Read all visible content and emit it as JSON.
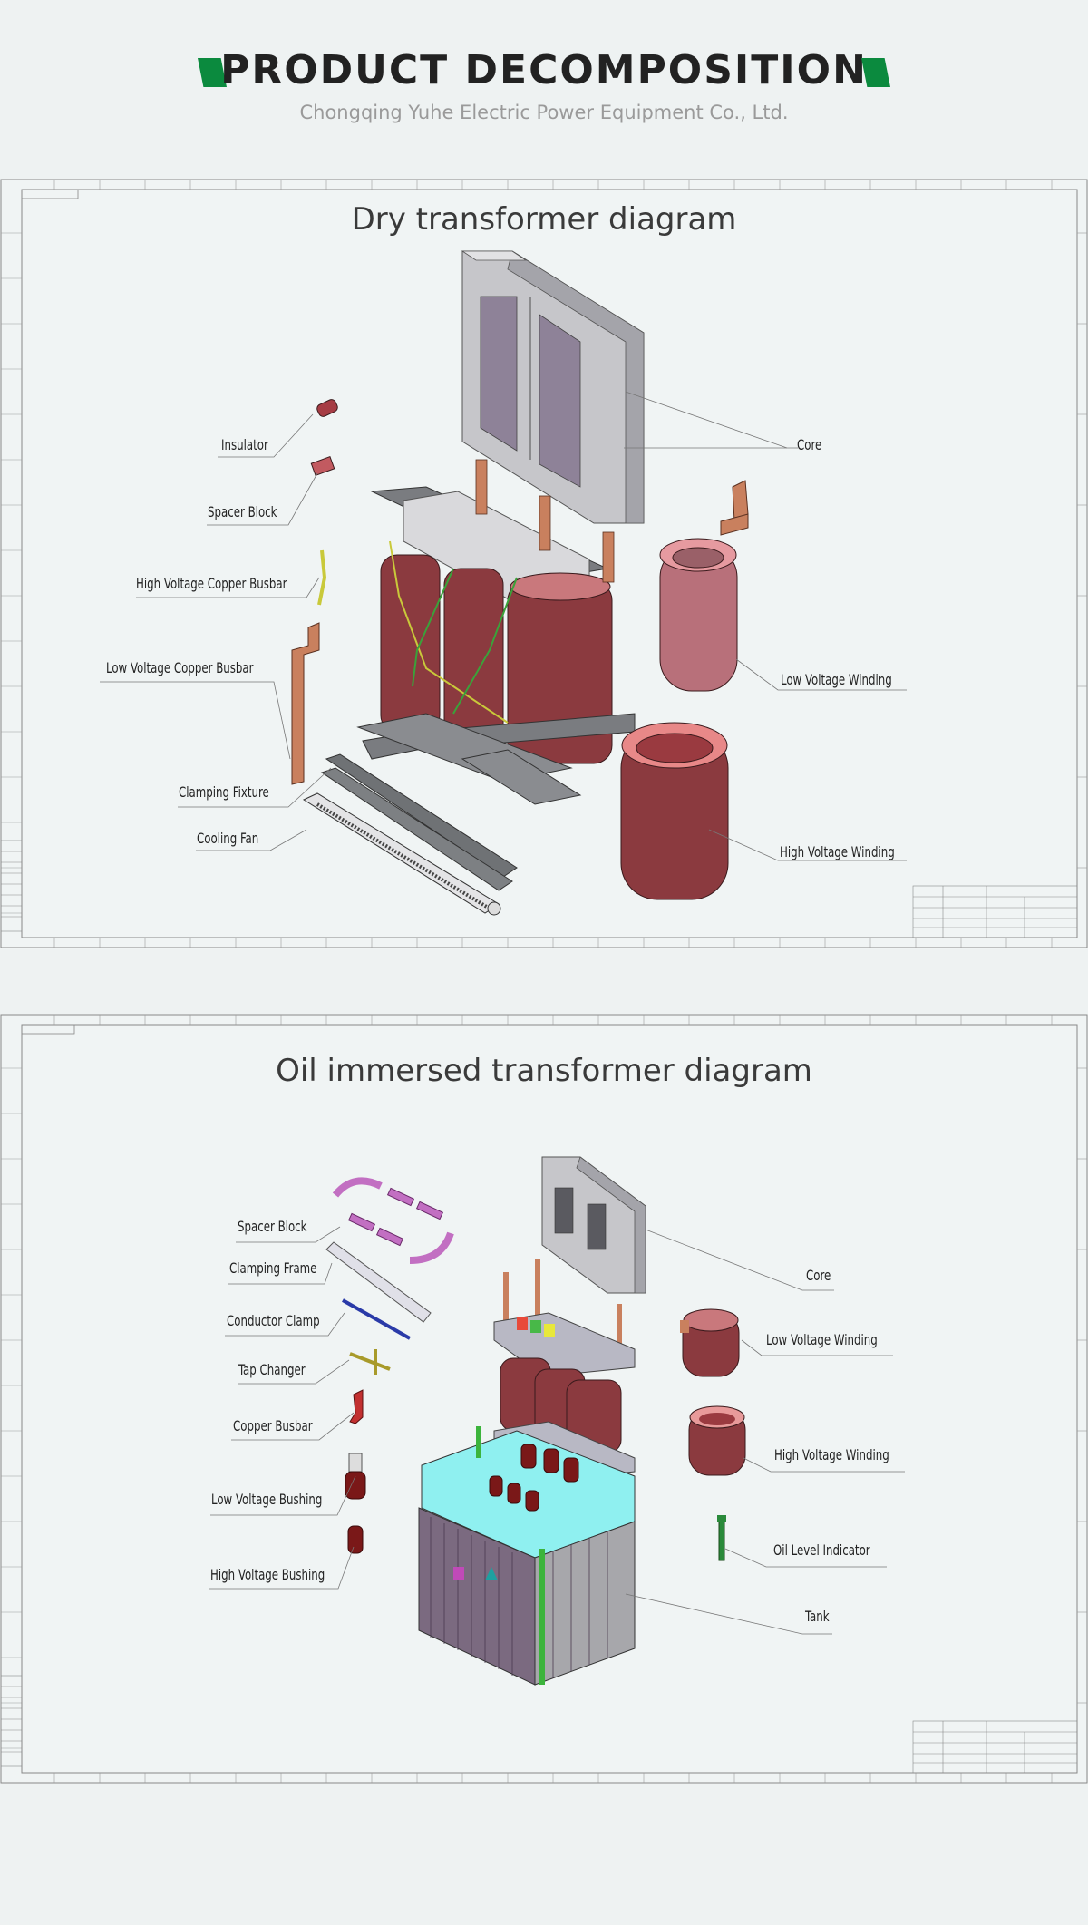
{
  "header": {
    "title": "PRODUCT DECOMPOSITION",
    "subtitle": "Chongqing Yuhe Electric Power Equipment Co., Ltd.",
    "accent_color": "#0b8a3e"
  },
  "dry": {
    "title": "Dry transformer diagram",
    "labels": {
      "insulator": "Insulator",
      "spacer_block": "Spacer Block",
      "hv_copper_busbar": "High Voltage Copper Busbar",
      "lv_copper_busbar": "Low Voltage Copper Busbar",
      "clamping_fixture": "Clamping Fixture",
      "cooling_fan": "Cooling Fan",
      "core": "Core",
      "lv_winding": "Low Voltage Winding",
      "hv_winding": "High Voltage Winding"
    }
  },
  "oil": {
    "title": "Oil immersed transformer diagram",
    "labels": {
      "spacer_block": "Spacer Block",
      "clamping_frame": "Clamping Frame",
      "conductor_clamp": "Conductor Clamp",
      "tap_changer": "Tap Changer",
      "copper_busbar": "Copper Busbar",
      "lv_bushing": "Low Voltage Bushing",
      "hv_bushing": "High Voltage Bushing",
      "core": "Core",
      "lv_winding": "Low Voltage Winding",
      "hv_winding": "High Voltage Winding",
      "oil_level_indicator": "Oil Level Indicator",
      "tank": "Tank"
    }
  },
  "colors": {
    "winding": "#8b3a3f",
    "winding_light": "#c9787c",
    "copper": "#c9805e",
    "core": "#a9a9ad",
    "frame": "#6f7275",
    "tank_top": "#8ff0f0"
  }
}
